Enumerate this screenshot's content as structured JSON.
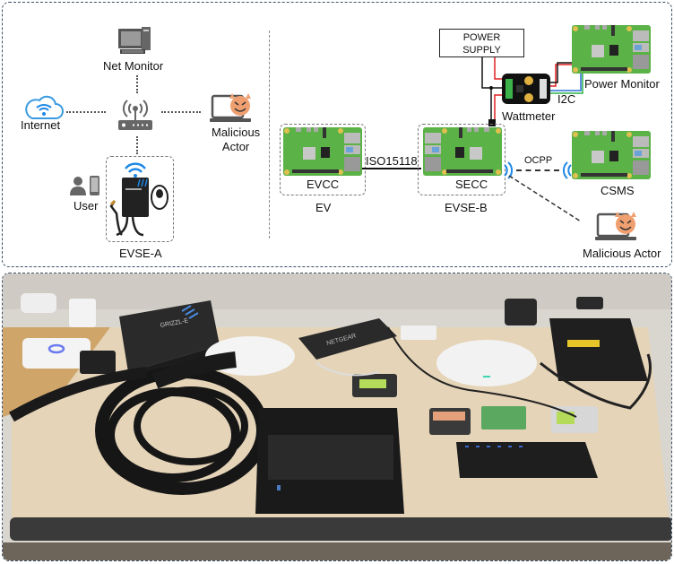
{
  "figure": {
    "top_panel": {
      "left_section": {
        "net_monitor_label": "Net Monitor",
        "internet_label": "Internet",
        "malicious_actor_label": "Malicious\nActor",
        "malicious_actor_line1": "Malicious",
        "malicious_actor_line2": "Actor",
        "user_label": "User",
        "evse_a_label": "EVSE-A"
      },
      "right_section": {
        "power_supply_line1": "POWER",
        "power_supply_line2": "SUPPLY",
        "wattmeter_label": "Wattmeter",
        "i2c_label": "I2C",
        "power_monitor_label": "Power Monitor",
        "evcc_label": "EVCC",
        "ev_label": "EV",
        "iso_label": "ISO15118",
        "secc_label": "SECC",
        "evse_b_label": "EVSE-B",
        "ocpp_label": "OCPP",
        "csms_label": "CSMS",
        "malicious_actor_label": "Malicious Actor"
      }
    },
    "bottom_panel": {
      "photo_description": "Lab testbed photo: Grizzl-E EVSE charger with coiled cable, Netgear router, access points, Raspberry Pi boards, laptop, wireless keyboard, UPS"
    },
    "colors": {
      "border": "#3d4f63",
      "rpi_green": "#5bb247",
      "wifi_blue": "#1e88e5",
      "devil_orange": "#f0a070",
      "wire_red": "#e02020",
      "wire_green": "#2bb34a",
      "wire_blue": "#2a6fd6"
    }
  }
}
